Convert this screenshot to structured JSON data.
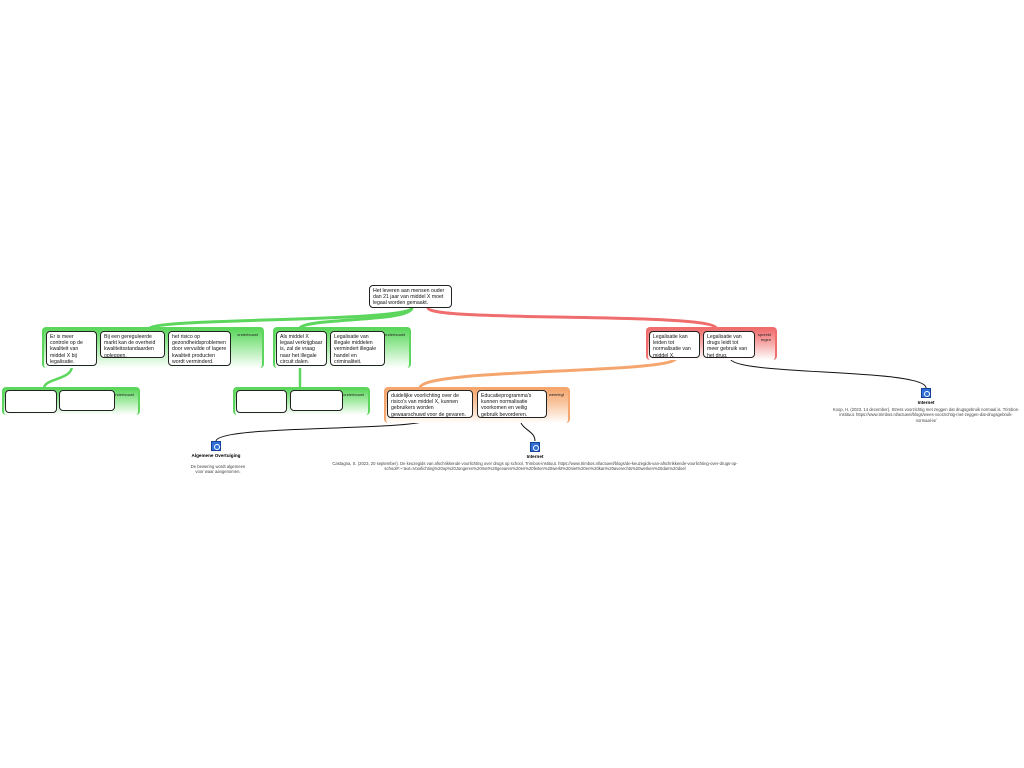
{
  "main_claim": "Het leveren aan mensen ouder dan 21 jaar van middel X moet legaal worden gemaakt.",
  "groups": [
    {
      "label": "onderbouwt",
      "color": "#5cd65c",
      "boxes": [
        "Er is meer controle op de kwaliteit van middel X bij legalisatie.",
        "Bij een gereguleerde markt kan de overheid kwaliteitsstandaarden opleggen.",
        "het risico op gezondheidsproblemen door vervuilde of lagere kwaliteit producten wordt verminderd."
      ]
    },
    {
      "label": "onderbouwt",
      "color": "#5cd65c",
      "boxes": [
        "Als middel X legaal verkrijgbaar is, zal de vraag naar het illegale circuit dalen.",
        "Legalisatie van illegale middelen vermindert illegale handel en criminaliteit."
      ]
    },
    {
      "label": "spreekt tegen",
      "color": "#f06d6d",
      "boxes": [
        "Legalisatie kan leiden tot normalisatie van middel X.",
        "Legalisatie van drugs leidt tot meer gebruik van het drug."
      ]
    },
    {
      "label": "onderbouwt",
      "color": "#5cd65c",
      "boxes": [
        "",
        ""
      ]
    },
    {
      "label": "onderbouwt",
      "color": "#5cd65c",
      "boxes": [
        "",
        ""
      ]
    },
    {
      "label": "weerlegt",
      "color": "#f5a66e",
      "boxes": [
        "duidelijke voorlichting over de risico's van middel X, kunnen gebruikers worden gewaarschuwd voor de gevaren.",
        "Educatieprogramma's kunnen normalisatie voorkomen en veilig gebruik bevorderen."
      ]
    }
  ],
  "bases": [
    {
      "type": "Algemene Overtuiging",
      "text": "De bewering wordt algemeen voor waar aangenomen."
    },
    {
      "type": "Internet",
      "text": "Castagna, S. (2023, 20 september). De keuzegids van afschrikkende voorlichting over drugs op school. Trimbos-instituut. https://www.trimbos.nl/actueel/blogs/de-keuzegids-van-afschrikkende-voorlichting-over-drugs-op-school#:~:text=Voorlichting%20op%20Jongeren%20met%20gevaren%20en%20feiten%20werkt%20niet%20en%20kan%20averechts%20werken%20dan%20doel"
    },
    {
      "type": "Internet",
      "text": "Koop, H. (2023, 14 december). Stress voorzichtig met zeggen dat drugsgebruik normaal is. Trimbos-instituut. https://www.trimbos.nl/actueel/blogs/wees-voorzichtig-met-zeggen-dat-drugsgebruik-normaal-is/"
    }
  ]
}
